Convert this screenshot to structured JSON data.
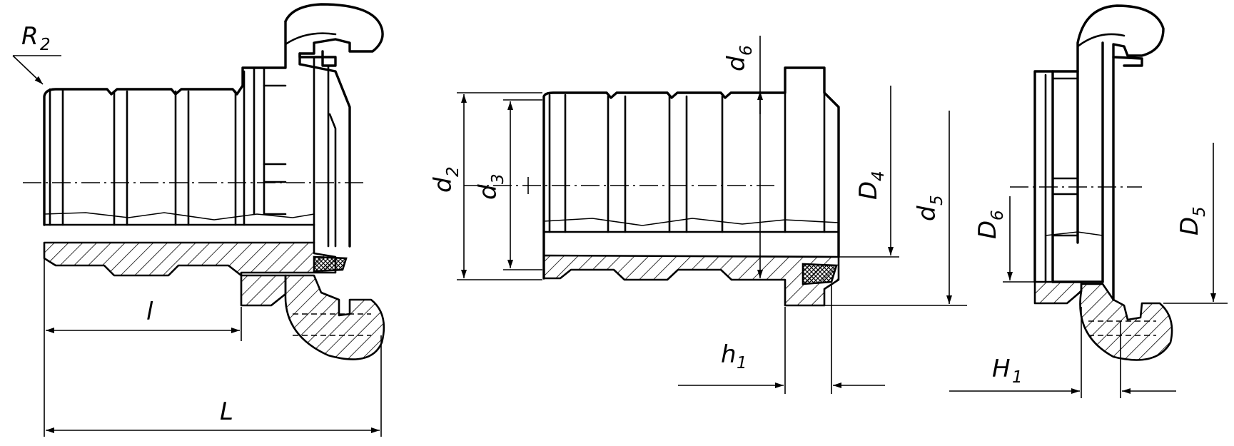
{
  "labels": {
    "R": "R",
    "R_sub": "2",
    "l": "l",
    "L": "L",
    "d": "d",
    "d2_sub": "2",
    "d3_sub": "3",
    "d5_sub": "5",
    "d6_sub": "6",
    "D": "D",
    "D4_sub": "4",
    "D5_sub": "5",
    "D6_sub": "6",
    "h": "h",
    "h1_sub": "1",
    "H": "H",
    "H1_sub": "1"
  }
}
